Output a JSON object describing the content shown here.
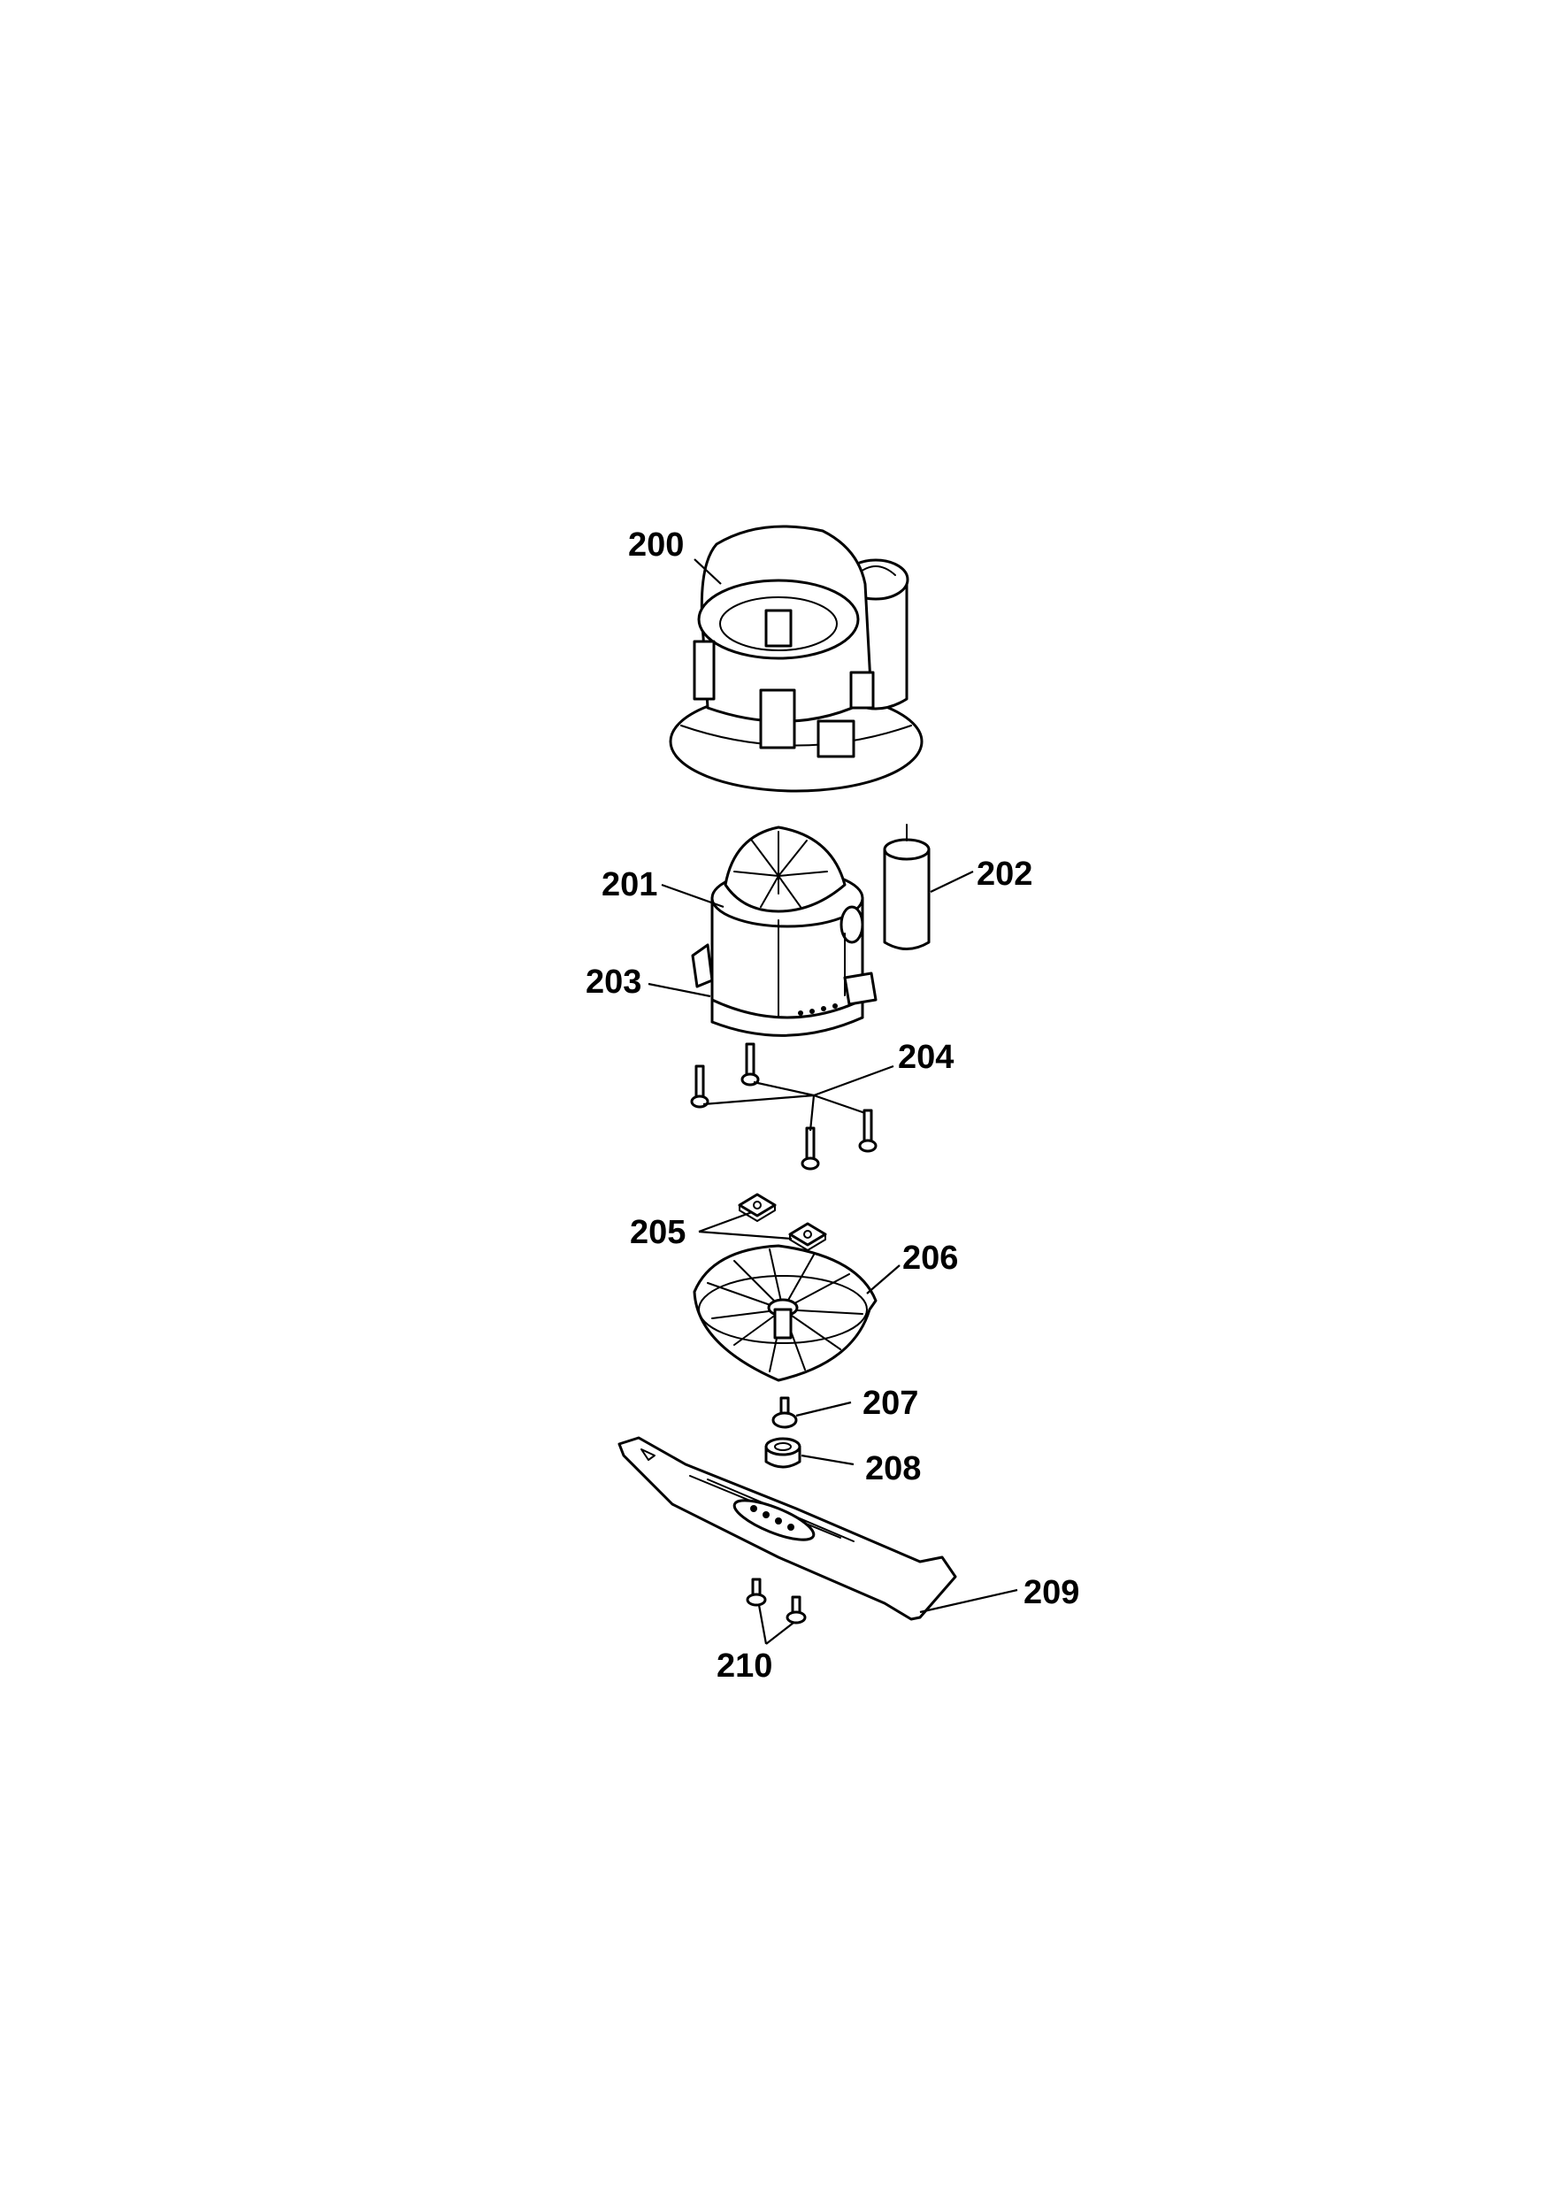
{
  "callouts": [
    {
      "id": "200",
      "label": "200"
    },
    {
      "id": "201",
      "label": "201"
    },
    {
      "id": "202",
      "label": "202"
    },
    {
      "id": "203",
      "label": "203"
    },
    {
      "id": "204",
      "label": "204"
    },
    {
      "id": "205",
      "label": "205"
    },
    {
      "id": "206",
      "label": "206"
    },
    {
      "id": "207",
      "label": "207"
    },
    {
      "id": "208",
      "label": "208"
    },
    {
      "id": "209",
      "label": "209"
    },
    {
      "id": "210",
      "label": "210"
    }
  ]
}
